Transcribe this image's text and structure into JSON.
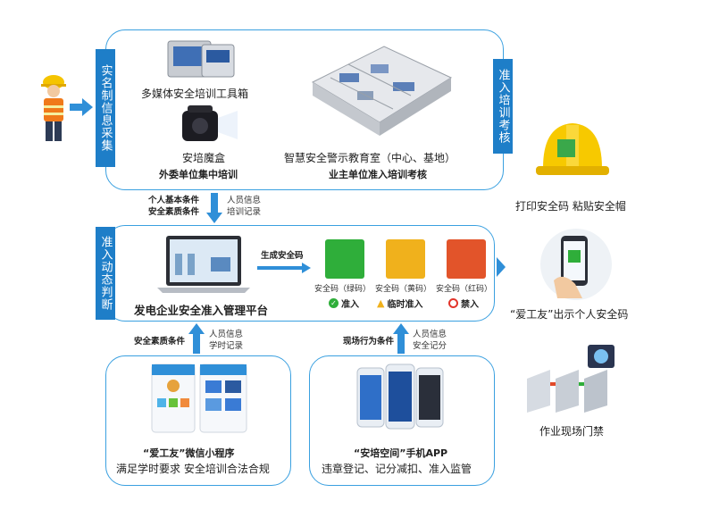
{
  "collection": {
    "label": "实名制信息采集",
    "toolbox": "多媒体安全培训工具箱",
    "magic_box": "安培魔盒",
    "outsourced": "外委单位集中培训",
    "classroom": "智慧安全警示教育室（中心、基地）",
    "owner_exam": "业主单位准入培训考核",
    "exam_label": "准入培训考核"
  },
  "arrow_mid": {
    "left_1": "个人基本条件",
    "left_2": "安全素质条件",
    "right_1": "人员信息",
    "right_2": "培训记录"
  },
  "helmet": {
    "caption": "打印安全码 粘贴安全帽"
  },
  "dynamic": {
    "label": "准入动态判断",
    "platform": "发电企业安全准入管理平台",
    "generate": "生成安全码",
    "codes": [
      {
        "label": "安全码（绿码）",
        "status": "准入",
        "color": "#2fae3a"
      },
      {
        "label": "安全码（黄码）",
        "status": "临时准入",
        "color": "#f0b11c"
      },
      {
        "label": "安全码（红码）",
        "status": "禁入",
        "color": "#e2542a"
      }
    ]
  },
  "phone": {
    "caption": "“爱工友”出示个人安全码"
  },
  "gate": {
    "caption": "作业现场门禁"
  },
  "left_up": {
    "left": "安全素质条件",
    "right_1": "人员信息",
    "right_2": "学时记录"
  },
  "right_up": {
    "left": "现场行为条件",
    "right_1": "人员信息",
    "right_2": "安全记分"
  },
  "miniprogram": {
    "title": "“爱工友”微信小程序",
    "desc": "满足学时要求 安全培训合法合规"
  },
  "app": {
    "title": "“安培空间”手机APP",
    "desc": "违章登记、记分减扣、准入监管"
  },
  "colors": {
    "accent": "#1e7ec8",
    "border": "#3aa0e0",
    "arrow": "#2f8fd8"
  }
}
